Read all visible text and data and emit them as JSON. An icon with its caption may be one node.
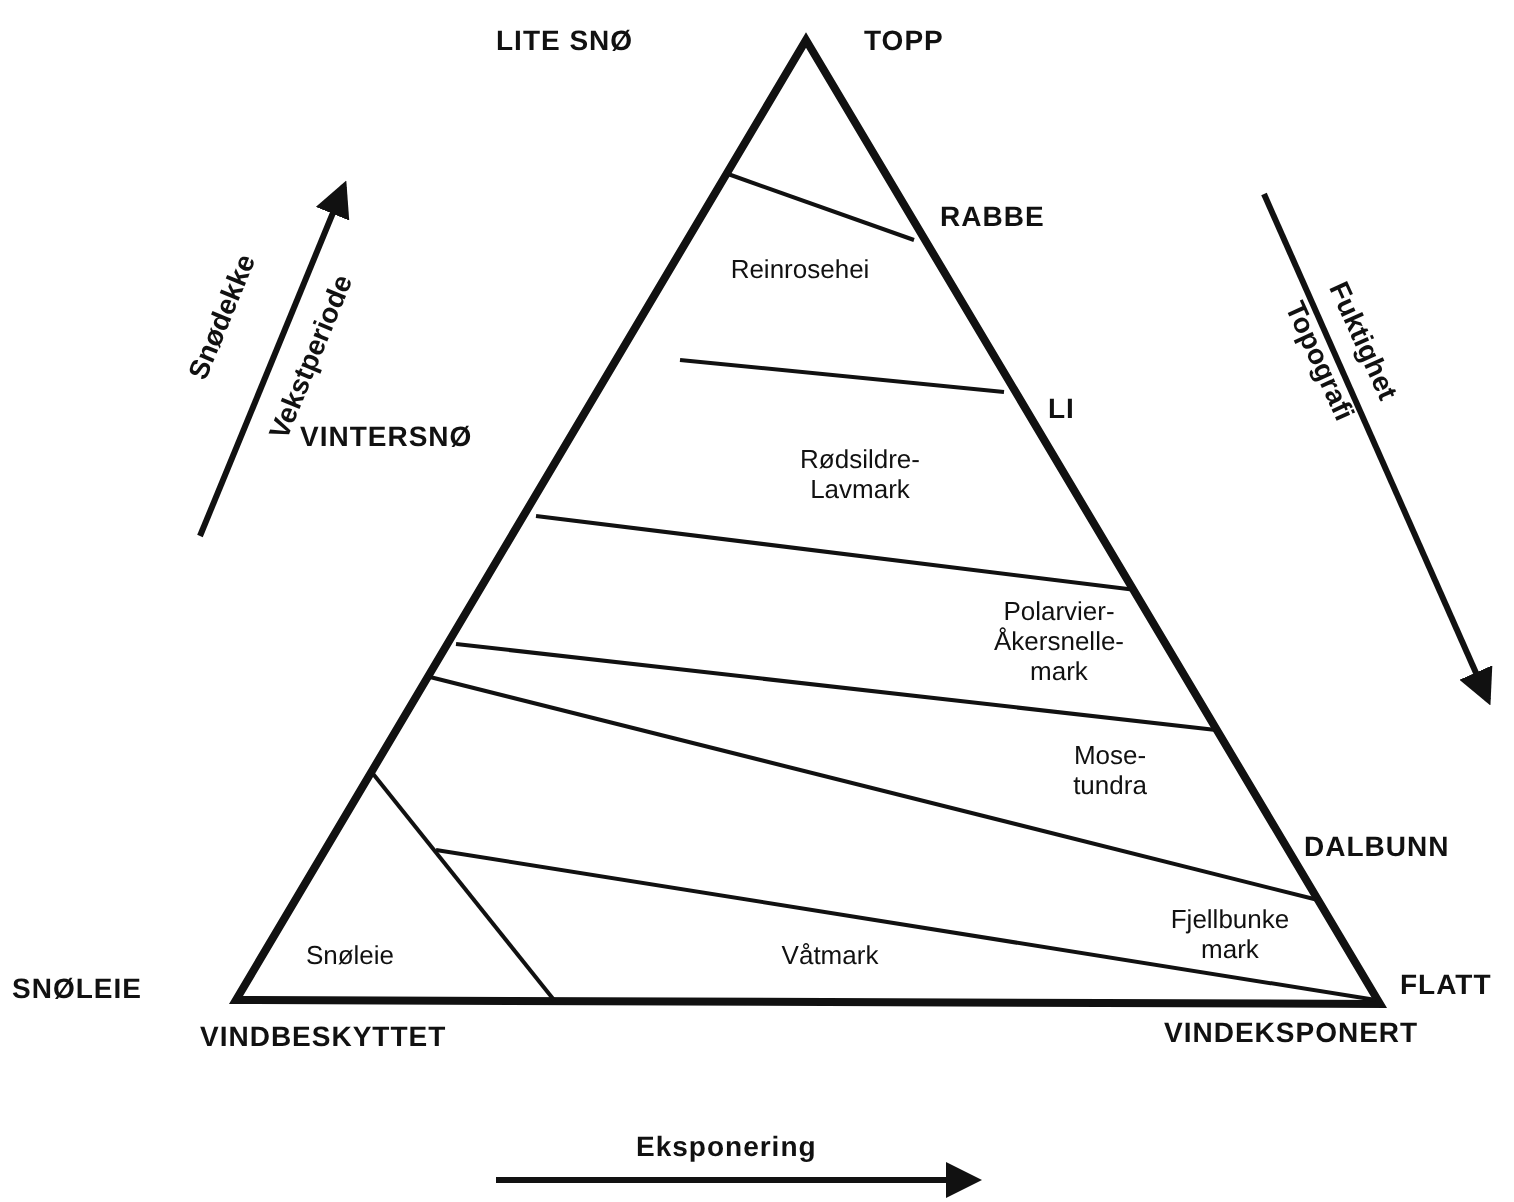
{
  "diagram": {
    "labels": [
      "LITE SNØ",
      "TOPP",
      "RABBE",
      "Reinrosehei",
      "LI",
      "VINTERSNØ",
      "Rødsildre- Lavmark",
      "Snødekke",
      "Vekstperiode",
      "Fuktighet",
      "Topografi",
      "Polarvier- Åkersnelle- mark",
      "Mose- tundra",
      "DALBUNN",
      "SNØLEIE",
      "Snøleie",
      "Våtmark",
      "Fjellbunke mark",
      "FLATT",
      "VINDBESKYTTET",
      "VINDEKSPONERT",
      "Eksponering"
    ]
  }
}
